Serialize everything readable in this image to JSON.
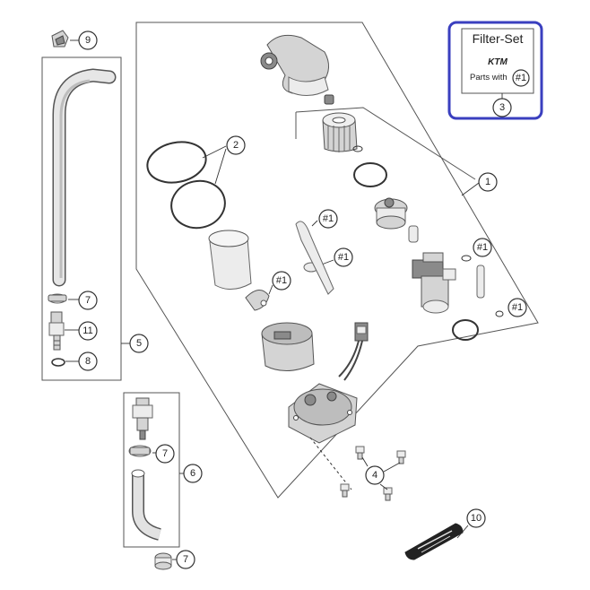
{
  "callouts": {
    "c1": "1",
    "c2": "2",
    "c3": "3",
    "c4": "4",
    "c5": "5",
    "c6": "6",
    "c7a": "7",
    "c7b": "7",
    "c7c": "7",
    "c8": "8",
    "c9": "9",
    "c10": "10",
    "c11": "11",
    "r1a": "#1",
    "r1b": "#1",
    "r1c": "#1",
    "r1d": "#1",
    "r1e": "#1"
  },
  "filter_set": {
    "title": "Filter-Set",
    "brand": "KTM",
    "parts_with_label": "Parts with",
    "parts_with_ref": "#1",
    "highlight_color": "#3a3fbf"
  },
  "decal_text": "",
  "colors": {
    "line": "#333333",
    "part_fill": "#d4d4d4",
    "highlight": "#3a3fbf"
  }
}
